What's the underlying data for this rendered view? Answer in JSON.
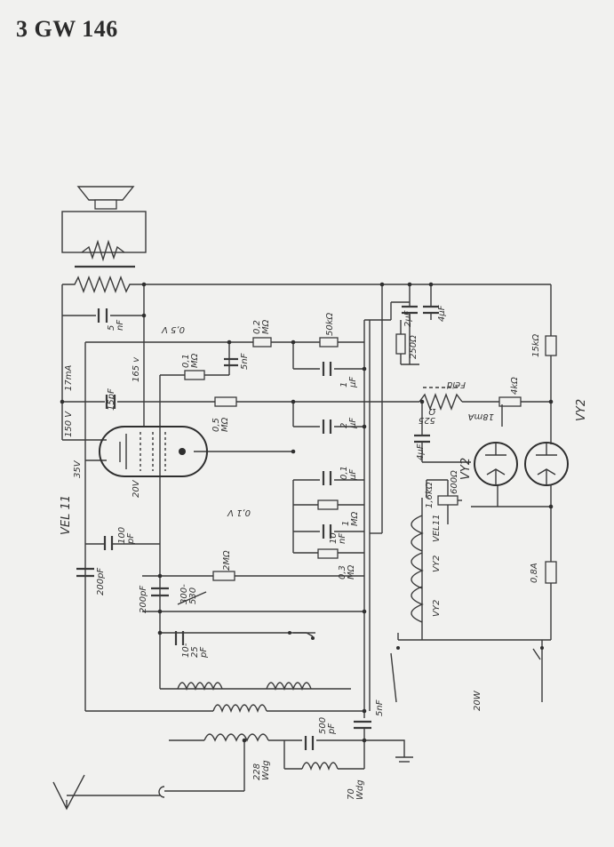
{
  "title": "3 GW 146",
  "labels": {
    "c_5nf_top": "5\nnF",
    "c_15pf": "15pF",
    "v_165": "165 v",
    "ma_17": "17mA",
    "v_150": "150 V",
    "v_35": "35V",
    "v_20": "20V",
    "tube_vel11": "VEL 11",
    "c_100pf": "100\npF",
    "c_200pf_left": "200pF",
    "c_200pf_mid": "200pF",
    "trim_300_530": "300-\n530",
    "trim_10_25": "10-\n25\npF",
    "r_2mohm": "2MΩ",
    "r_01_mohm": "0,1\nMΩ",
    "c_5nf_b": "5nF",
    "r_02_mohm": "0,2\nMΩ",
    "v_05": "0,5 V",
    "r_05_mohm": "0,5\nMΩ",
    "r_50k": "50kΩ",
    "c_1uf": "1\nμF",
    "c_2uf_mid": "2\nμF",
    "c_01uf": "0,1\nμF",
    "r_1mohm": "1\nMΩ",
    "c_10nf": "10\nnF",
    "r_03_mohm": "0,3\nMΩ",
    "v_01": "0,1 V",
    "c_2uf_top": "2μF",
    "c_4uf_top": "4μF",
    "r_250": "250Ω",
    "r_15k": "15kΩ",
    "field": "Feld",
    "ohm_525": "525\nΩ",
    "ma_18": "18mA",
    "r_4k": "4kΩ",
    "c_4uf_mid": "4μF",
    "r_16k": "1,6kΩ",
    "r_600": "600Ω",
    "heater_vel11": "VEL11",
    "heater_vy2_a": "VY2",
    "heater_vy2_b": "VY2",
    "tube_vy2_a": "VY2",
    "tube_vy2_b": "VY2",
    "fuse_08a": "0,8A",
    "power_20w": "20W",
    "c_500pf": "500\npF",
    "c_5nf_ground": "5nF",
    "coil_228": "228\nWdg",
    "coil_70": "70\nWdg"
  }
}
